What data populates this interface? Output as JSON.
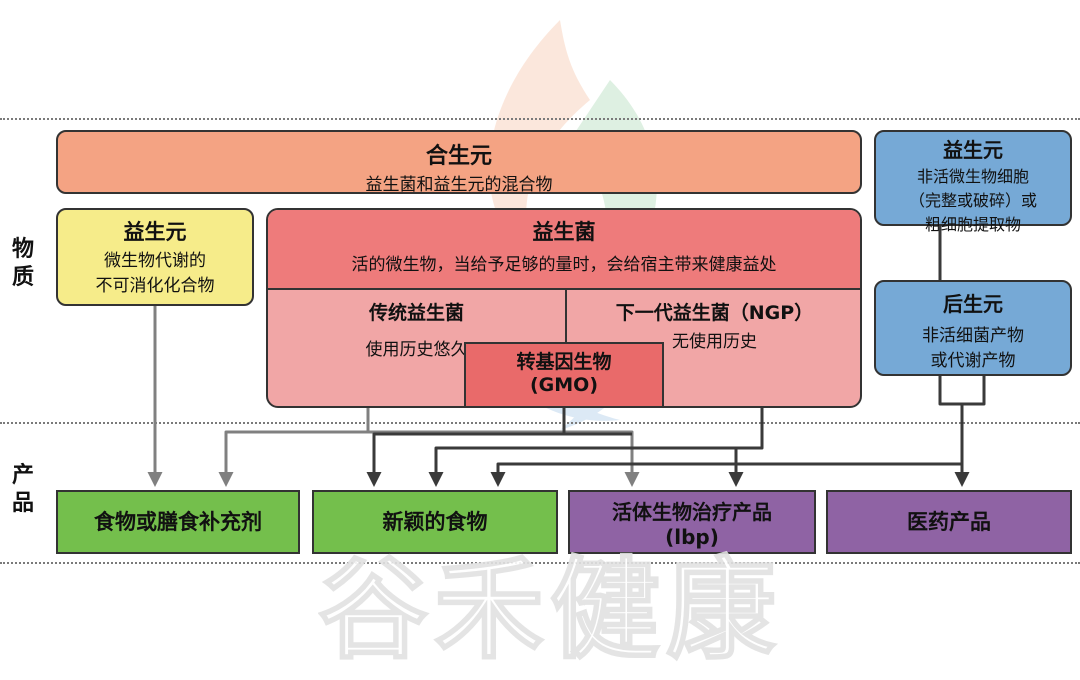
{
  "section_labels": {
    "material": "物\n质",
    "product": "产\n品"
  },
  "synbiotic": {
    "title": "合生元",
    "desc": "益生菌和益生元的混合物"
  },
  "prebiotic": {
    "title": "益生元",
    "desc_line1": "微生物代谢的",
    "desc_line2": "不可消化化合物"
  },
  "probiotic": {
    "title": "益生菌",
    "desc": "活的微生物，当给予足够的量时，会给宿主带来健康益处"
  },
  "traditional": {
    "title": "传统益生菌",
    "desc": "使用历史悠久"
  },
  "ngp": {
    "title": "下一代益生菌（NGP）",
    "desc": "无使用历史"
  },
  "gmo": {
    "title_line1": "转基因生物",
    "title_line2": "(GMO)"
  },
  "paraprobiotic": {
    "title": "益生元",
    "desc_line1": "非活微生物细胞",
    "desc_line2": "（完整或破碎）或",
    "desc_line3": "粗细胞提取物"
  },
  "postbiotic": {
    "title": "后生元",
    "desc_line1": "非活细菌产物",
    "desc_line2": "或代谢产物"
  },
  "products": {
    "food_supplement": "食物或膳食补充剂",
    "novel_food": "新颖的食物",
    "lbp_line1": "活体生物治疗产品",
    "lbp_line2": "(lbp)",
    "medicine": "医药产品"
  },
  "watermark": "谷禾健康",
  "colors": {
    "synbiotic": "#f4a383",
    "prebiotic": "#f6ec8a",
    "probiotic": "#ee7b7b",
    "probiotic_sub": "#f1a6a6",
    "gmo": "#e96a6a",
    "para_post": "#76a9d6",
    "green_product": "#74bf4c",
    "purple_product": "#8f63a4"
  }
}
